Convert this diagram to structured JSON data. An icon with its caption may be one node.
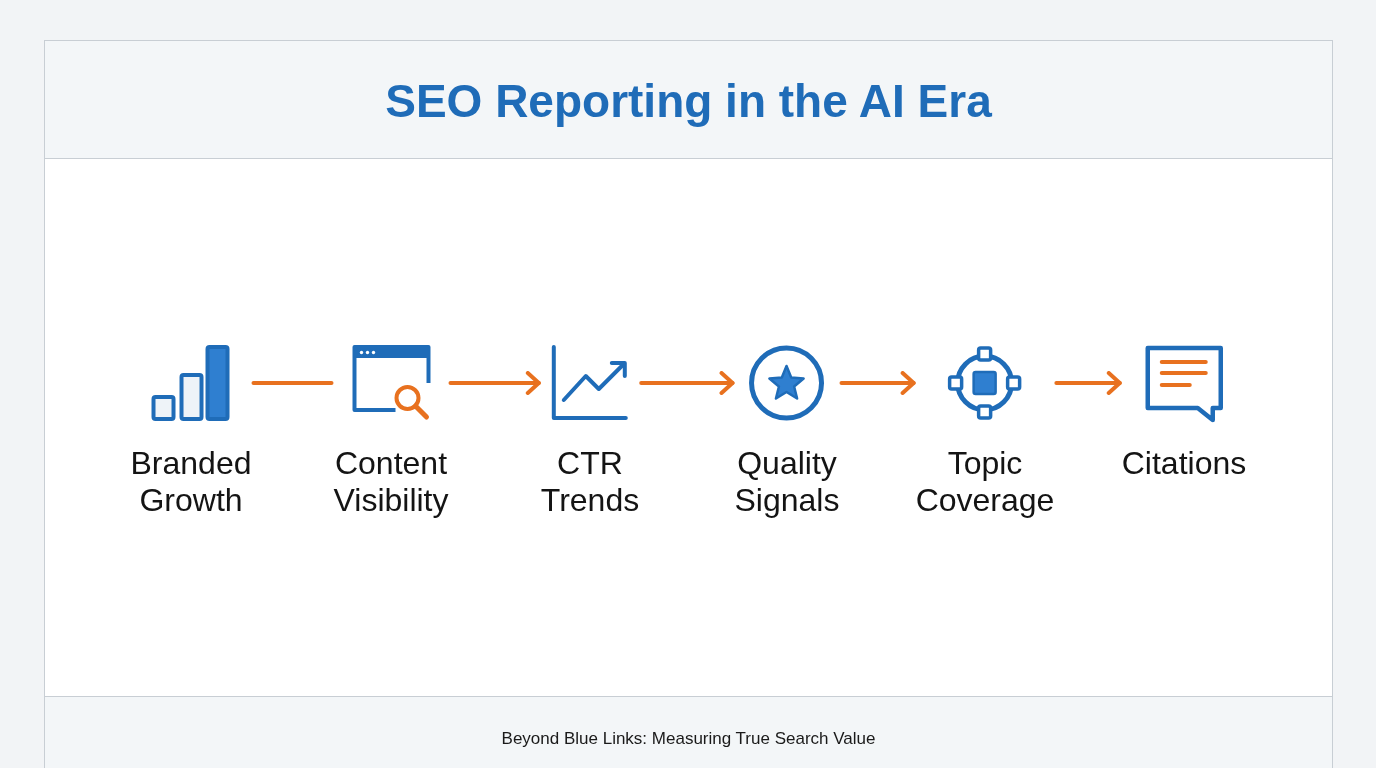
{
  "diagram": {
    "title": "SEO Reporting in the AI Era",
    "caption": "Beyond Blue Links: Measuring True Search Value",
    "nodes": [
      {
        "text": [
          "Branded Growth"
        ]
      },
      {
        "text": [
          "Content Visibility"
        ]
      },
      {
        "text": [
          "CTR Trends"
        ]
      },
      {
        "text": [
          "Quality Signals"
        ]
      },
      {
        "text": [
          "Topic Coverage"
        ]
      },
      {
        "text": [
          "Citations"
        ]
      }
    ],
    "edges": [
      {
        "from": 0,
        "to": 1,
        "arrow": "none"
      },
      {
        "from": 1,
        "to": 2,
        "arrow": "to"
      },
      {
        "from": 2,
        "to": 3,
        "arrow": "to"
      },
      {
        "from": 3,
        "to": 4,
        "arrow": "to"
      },
      {
        "from": 4,
        "to": 5,
        "arrow": "to"
      }
    ]
  }
}
